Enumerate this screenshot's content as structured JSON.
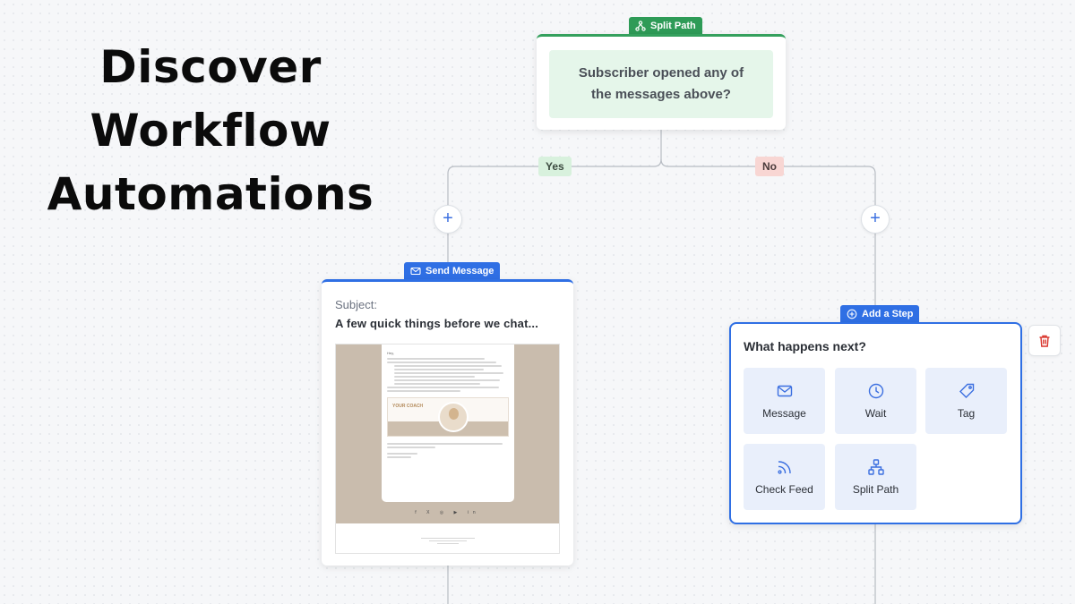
{
  "hero": {
    "lines": [
      "Discover",
      "Workflow",
      "Automations"
    ]
  },
  "split": {
    "tag": "Split Path",
    "question": "Subscriber opened any of the messages above?"
  },
  "branches": {
    "yes": "Yes",
    "no": "No"
  },
  "plus_symbol": "+",
  "message": {
    "tag": "Send Message",
    "subject_label": "Subject:",
    "subject": "A few quick things before we chat...",
    "preview_coach": "YOUR COACH",
    "preview_greeting": "Hey,",
    "preview_social": "f X ◎ ▶ in"
  },
  "add_step": {
    "tag": "Add a Step",
    "title": "What happens next?",
    "options": [
      {
        "label": "Message",
        "icon": "envelope-icon"
      },
      {
        "label": "Wait",
        "icon": "clock-icon"
      },
      {
        "label": "Tag",
        "icon": "tag-icon"
      },
      {
        "label": "Check Feed",
        "icon": "rss-feed-icon"
      },
      {
        "label": "Split Path",
        "icon": "split-path-icon"
      }
    ]
  },
  "colors": {
    "accent_blue": "#2f6fe4",
    "accent_green": "#2e9b57",
    "danger": "#d9342b"
  }
}
